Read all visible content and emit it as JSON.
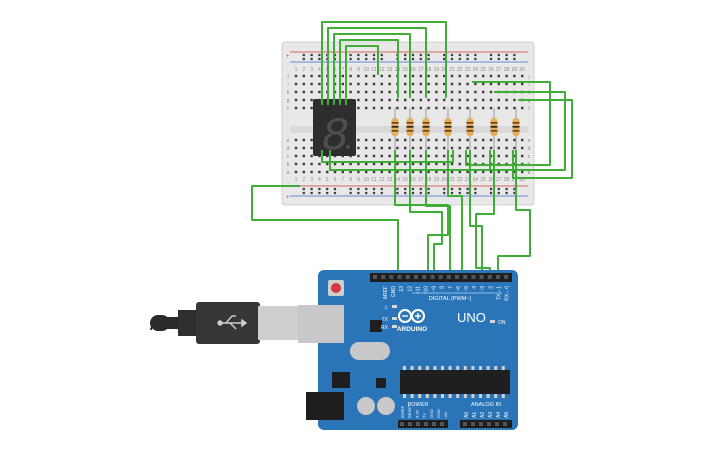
{
  "board": {
    "brand": "ARDUINO",
    "model": "UNO",
    "digital_header": "DIGITAL (PWM~)",
    "power_header": "POWER",
    "analog_header": "ANALOG IN",
    "top_pins": [
      "AREF",
      "GND",
      "13",
      "12",
      "~11",
      "~10",
      "~9",
      "8",
      "7",
      "~6",
      "~5",
      "4",
      "~3",
      "2",
      "TX→1",
      "RX←0"
    ],
    "power_pins": [
      "IOREF",
      "RESET",
      "3.3V",
      "5V",
      "GND",
      "GND",
      "Vin"
    ],
    "analog_pins": [
      "A0",
      "A1",
      "A2",
      "A3",
      "A4",
      "A5"
    ],
    "leds": [
      "L",
      "TX",
      "RX"
    ],
    "on_label": "ON"
  },
  "breadboard": {
    "row_letters_top": [
      "j",
      "i",
      "h",
      "g",
      "f"
    ],
    "row_letters_bottom": [
      "e",
      "d",
      "c",
      "b",
      "a"
    ],
    "column_numbers": [
      "1",
      "2",
      "3",
      "4",
      "5",
      "6",
      "7",
      "8",
      "9",
      "10",
      "11",
      "12",
      "13",
      "14",
      "15",
      "16",
      "17",
      "18",
      "19",
      "20",
      "21",
      "22",
      "23",
      "24",
      "25",
      "26",
      "27",
      "28",
      "29",
      "30"
    ]
  },
  "display": {
    "digit": "8"
  },
  "colors": {
    "wire": "#3fae36",
    "board": "#2a74b8",
    "breadboard": "#e9e9e9",
    "resistor": "#e0b05a",
    "display": "#2d2d2d",
    "usb_cable": "#2b2b2b"
  }
}
